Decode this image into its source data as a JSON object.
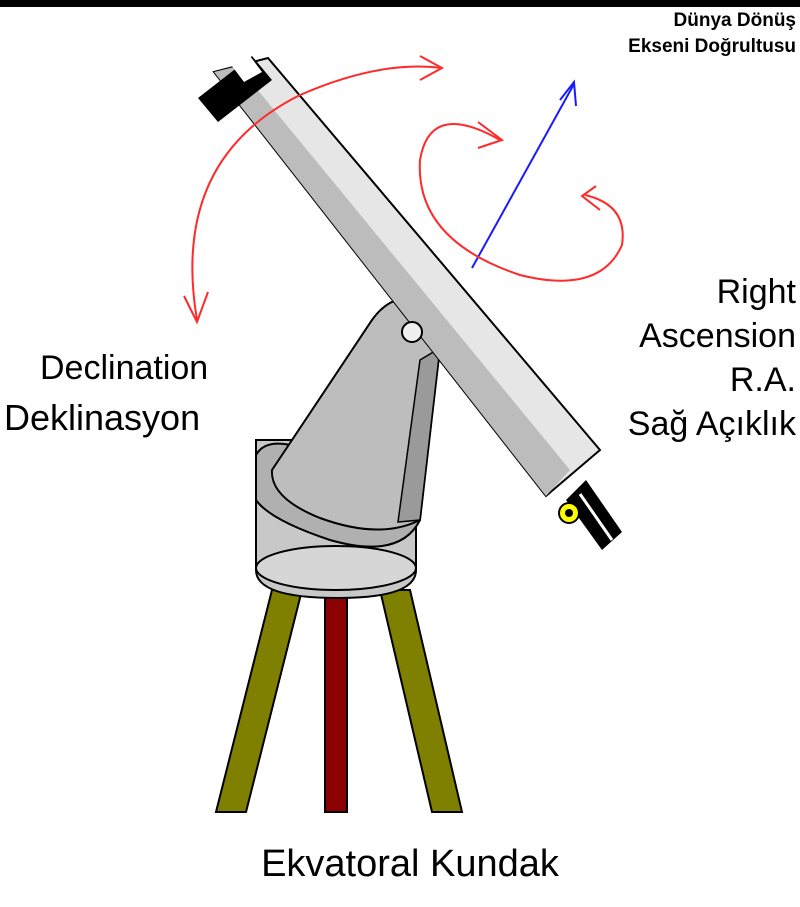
{
  "labels": {
    "earth_axis_line1": "Dünya Dönüş",
    "earth_axis_line2": "Ekseni Doğrultusu",
    "declination_en": "Declination",
    "declination_tr": "Deklinasyon",
    "ra_line1": "Right",
    "ra_line2": "Ascension",
    "ra_line3": "R.A.",
    "ra_line4": "Sağ Açıklık",
    "title": "Ekvatoral Kundak"
  },
  "colors": {
    "rotation_arrows": "#ff2a2a",
    "axis_arrow": "#1a1aff",
    "tube": "#d8d8d8",
    "mount": "#bdbdbd",
    "side_legs": "#808000",
    "center_leg": "#8b0000",
    "eyepiece_knob": "#ffff00"
  }
}
